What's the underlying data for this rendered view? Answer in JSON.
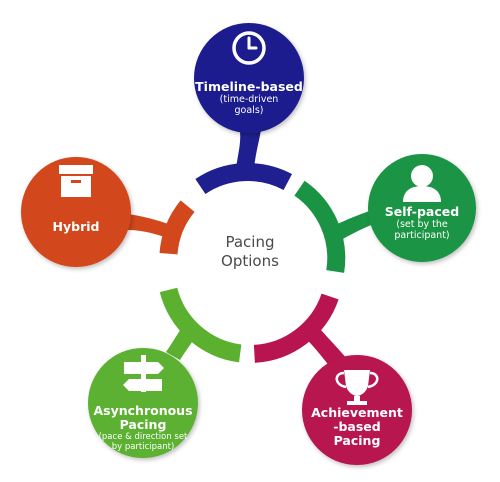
{
  "center": {
    "line1": "Pacing",
    "line2": "Options"
  },
  "nodes": {
    "timeline": {
      "title": "Timeline-based",
      "sub1": "(time-driven",
      "sub2": "goals)",
      "color": "#1f1f8f",
      "icon": "clock-icon"
    },
    "self": {
      "title": "Self-paced",
      "sub1": "(set by the",
      "sub2": "participant)",
      "color": "#1a9444",
      "icon": "person-icon"
    },
    "achievement": {
      "title1": "Achievement",
      "title2": "-based",
      "title3": "Pacing",
      "color": "#b8144f",
      "icon": "trophy-icon"
    },
    "async": {
      "title1": "Asynchronous",
      "title2": "Pacing",
      "sub1": "(pace & direction set",
      "sub2": "by participant)",
      "color": "#5bb030",
      "icon": "signpost-icon"
    },
    "hybrid": {
      "title": "Hybrid",
      "color": "#d2471c",
      "icon": "box-icon"
    }
  }
}
